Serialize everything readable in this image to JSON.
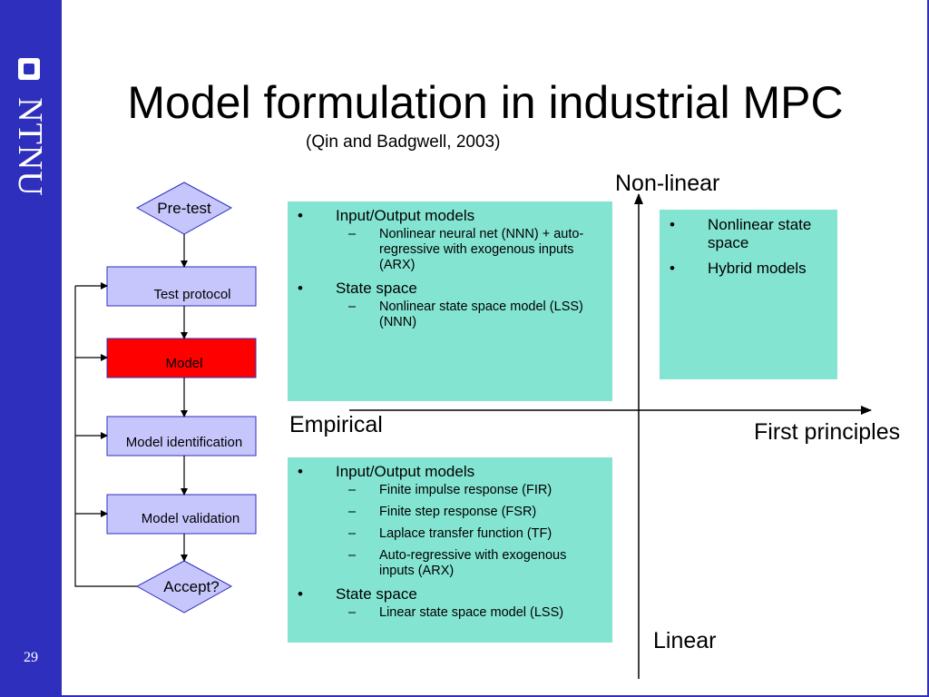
{
  "slide": {
    "title": "Model formulation in industrial MPC",
    "subtitle": "(Qin and Badgwell, 2003)",
    "page_number": "29",
    "logo_text": "NTNU"
  },
  "flowchart": {
    "pretest": "Pre-test",
    "test_protocol": "Test protocol",
    "model": "Model",
    "model_identification": "Model identification",
    "model_validation": "Model validation",
    "accept": "Accept?"
  },
  "axes": {
    "top": "Non-linear",
    "bottom": "Linear",
    "left": "Empirical",
    "right": "First principles"
  },
  "quadrants": {
    "nonlinear_empirical": {
      "items": [
        {
          "label": "Input/Output models",
          "sub": [
            "Nonlinear neural net (NNN) + auto-regressive with exogenous inputs (ARX)"
          ]
        },
        {
          "label": "State space",
          "sub": [
            "Nonlinear state space model (LSS) (NNN)"
          ]
        }
      ]
    },
    "nonlinear_first_principles": {
      "items": [
        {
          "label": "Nonlinear state space"
        },
        {
          "label": "Hybrid models"
        }
      ]
    },
    "linear_empirical": {
      "items": [
        {
          "label": "Input/Output models",
          "sub": [
            "Finite impulse response (FIR)",
            "Finite step response (FSR)",
            "Laplace transfer function (TF)",
            "Auto-regressive with exogenous inputs (ARX)"
          ]
        },
        {
          "label": "State space",
          "sub": [
            "Linear state space model (LSS)"
          ]
        }
      ]
    }
  },
  "symbols": {
    "bullet": "•",
    "dash": "–"
  },
  "colors": {
    "brand_blue": "#2f2fbd",
    "box_fill": "#c6c6fc",
    "model_fill": "#ff0000",
    "quadrant_fill": "#84e4d2"
  }
}
